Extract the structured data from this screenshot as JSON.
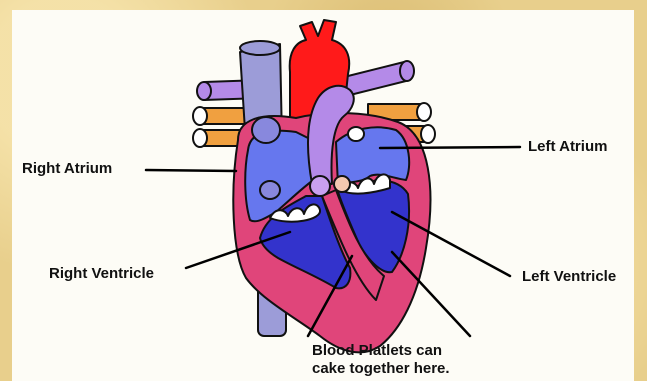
{
  "labels": {
    "right_atrium": "Right Atrium",
    "left_atrium": "Left Atrium",
    "right_ventricle": "Right Ventricle",
    "left_ventricle": "Left Ventricle",
    "platelets_line1": "Blood Platlets can",
    "platelets_line2": "cake together here."
  },
  "colors": {
    "background": "#e8cf8c",
    "panel": "#fdfcf6",
    "vena_cava": "#9c9cd8",
    "aorta": "#ff1a1a",
    "pulmonary": "#b48ae8",
    "pulmonary_veins": "#f0a040",
    "heart_wall": "#e0457a",
    "atrium": "#6677ee",
    "ventricle": "#3333cc"
  }
}
